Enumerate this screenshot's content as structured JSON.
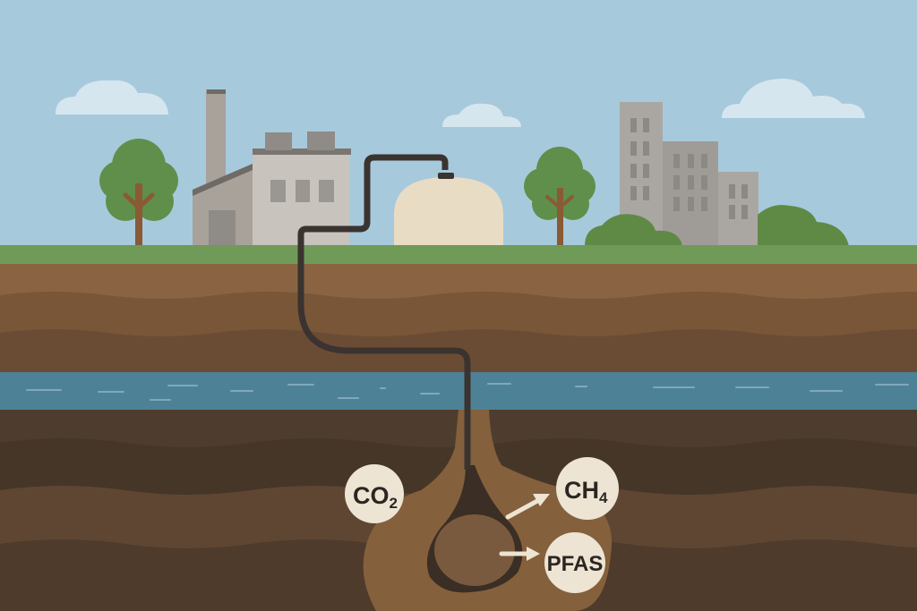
{
  "diagram": {
    "description": "Cross-section illustration: industrial facility and storage dome connected by a pipe descending through soil layers and an aquifer into an underground cavity releasing gases and contaminants",
    "labels": {
      "co2": {
        "main": "CO",
        "sub": "2"
      },
      "ch4": {
        "main": "CH",
        "sub": "4"
      },
      "pfas": {
        "main": "PFAS"
      }
    },
    "colors": {
      "sky": "#a7c9dc",
      "cloud": "#d6e6ef",
      "grass": "#6f9a58",
      "soil_top": "#8a6442",
      "soil_mid": "#7a5638",
      "soil_lower": "#6a4c35",
      "aquifer": "#4d8296",
      "deep_soil_1": "#4e3d2f",
      "deep_soil_2": "#463628",
      "deep_soil_3": "#5e4632",
      "plume": "#85603c",
      "pipe": "#3a3330",
      "label_circle": "#ede4d3",
      "tree_green": "#5f8f4a",
      "tree_trunk": "#8a5a35",
      "building_gray": "#a8a5a1",
      "dome": "#e8dcc4"
    }
  }
}
